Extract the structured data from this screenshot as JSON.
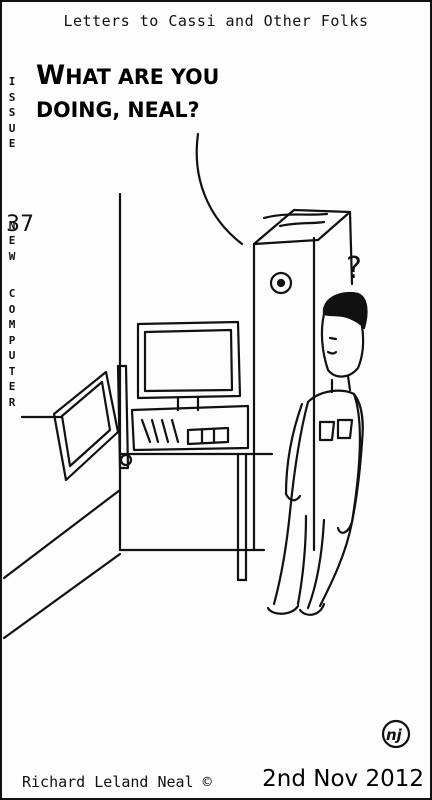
{
  "header": {
    "title": "Letters to Cassi and Other Folks"
  },
  "speech_bubble": {
    "line1_cap": "W",
    "line1_rest": "HAT ARE YOU",
    "line2_cap": "DOING, N",
    "line2_rest": "EAL?"
  },
  "side": {
    "issue_letters": [
      "I",
      "S",
      "S",
      "U",
      "E"
    ],
    "issue_number": "37",
    "word2_letters": [
      "N",
      "E",
      "W"
    ],
    "word3_letters": [
      "C",
      "O",
      "M",
      "P",
      "U",
      "T",
      "E",
      "R"
    ]
  },
  "thought": {
    "question_mark": "?"
  },
  "logo": {
    "text": "nj"
  },
  "footer": {
    "author": "Richard Leland Neal ©",
    "date": "2nd Nov 2012"
  }
}
